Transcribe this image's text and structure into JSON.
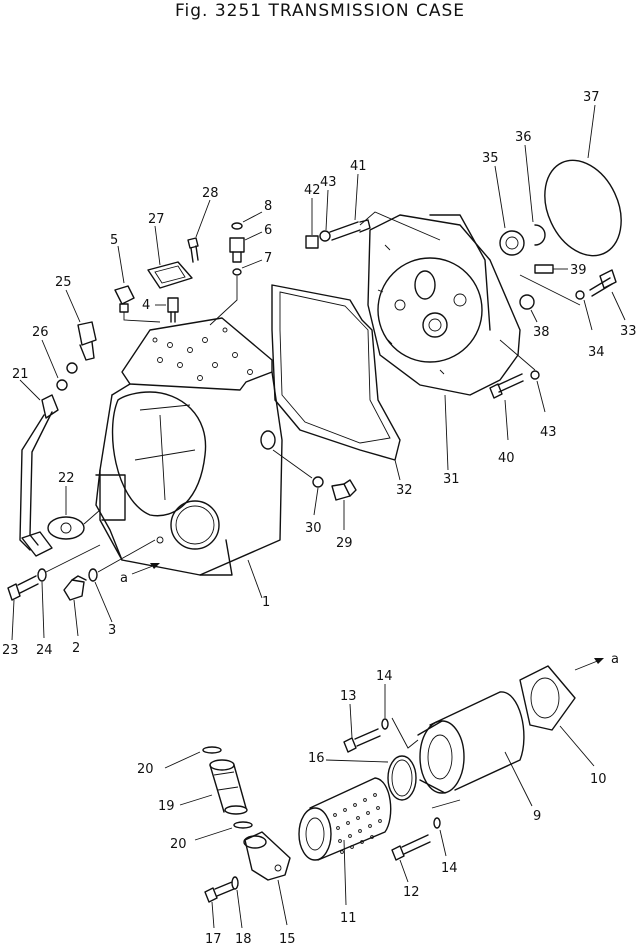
{
  "title": "Fig. 3251 TRANSMISSION CASE",
  "callouts": {
    "c1": "1",
    "c2": "2",
    "c3": "3",
    "c4": "4",
    "c5": "5",
    "c6": "6",
    "c7": "7",
    "c8": "8",
    "c9": "9",
    "c10": "10",
    "c11": "11",
    "c12": "12",
    "c13": "13",
    "c14a": "14",
    "c14b": "14",
    "c15": "15",
    "c16": "16",
    "c17": "17",
    "c18": "18",
    "c19": "19",
    "c20a": "20",
    "c20b": "20",
    "c21": "21",
    "c22": "22",
    "c23": "23",
    "c24": "24",
    "c25": "25",
    "c26": "26",
    "c27": "27",
    "c28": "28",
    "c29": "29",
    "c30": "30",
    "c31": "31",
    "c32": "32",
    "c33": "33",
    "c34": "34",
    "c35": "35",
    "c36": "36",
    "c37": "37",
    "c38": "38",
    "c39": "39",
    "c40": "40",
    "c41": "41",
    "c42": "42",
    "c43a": "43",
    "c43b": "43",
    "ref_a1": "a",
    "ref_a2": "a"
  }
}
